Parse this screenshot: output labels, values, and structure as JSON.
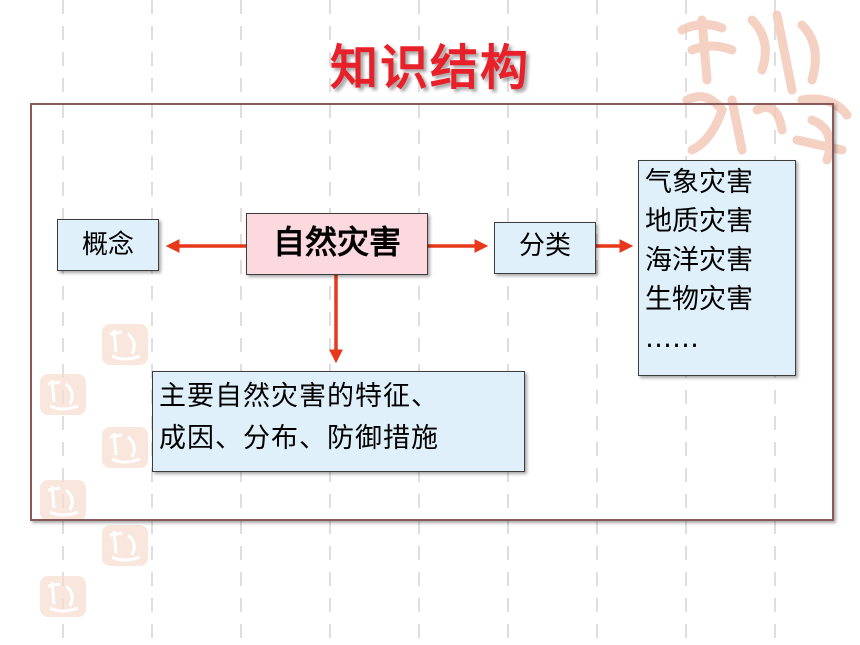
{
  "title": "知识结构",
  "nodes": {
    "concept": "概念",
    "center": "自然灾害",
    "classification": "分类",
    "categories": [
      "气象灾害",
      "地质灾害",
      "海洋灾害",
      "生物灾害",
      "……"
    ],
    "features": [
      "主要自然灾害的特征、",
      "成因、分布、防御措施"
    ]
  },
  "colors": {
    "title": "#e8202a",
    "arrow": "#e8381c",
    "box_fill": "#dff0fb",
    "center_fill": "#fbd9de",
    "frame_border": "#8a5a5a"
  }
}
